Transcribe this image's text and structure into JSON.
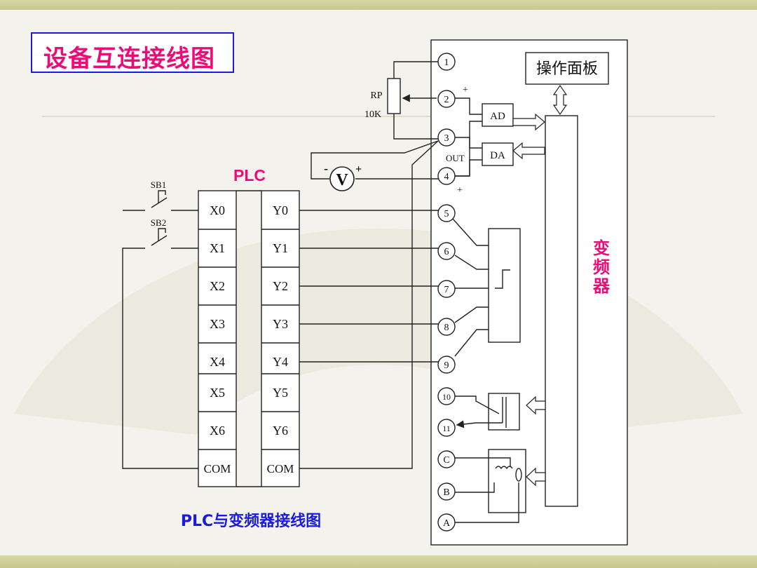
{
  "title": "设备互连接线图",
  "plc": {
    "title": "PLC",
    "inputs": [
      "X0",
      "X1",
      "X2",
      "X3",
      "X4",
      "X5",
      "X6",
      "COM"
    ],
    "outputs": [
      "Y0",
      "Y1",
      "Y2",
      "Y3",
      "Y4",
      "Y5",
      "Y6",
      "COM"
    ]
  },
  "switches": [
    "SB1",
    "SB2"
  ],
  "potentiometer": {
    "name": "RP",
    "value": "10K"
  },
  "voltmeter": {
    "symbol": "V",
    "minus": "-",
    "plus": "+"
  },
  "terminals": [
    "1",
    "2",
    "3",
    "4",
    "5",
    "6",
    "7",
    "8",
    "9",
    "10",
    "11",
    "C",
    "B",
    "A"
  ],
  "signs": {
    "t2_plus": "+",
    "t4_plus": "+"
  },
  "out_label": "OUT",
  "ad": "AD",
  "da": "DA",
  "panel": "操作面板",
  "vfd_label": [
    "变",
    "频",
    "器"
  ],
  "caption": "PLC与变频器接线图",
  "colors": {
    "title": "#ec0c78",
    "frame": "#1a1ae0",
    "caption": "#1a1ae0",
    "line": "#222222"
  }
}
